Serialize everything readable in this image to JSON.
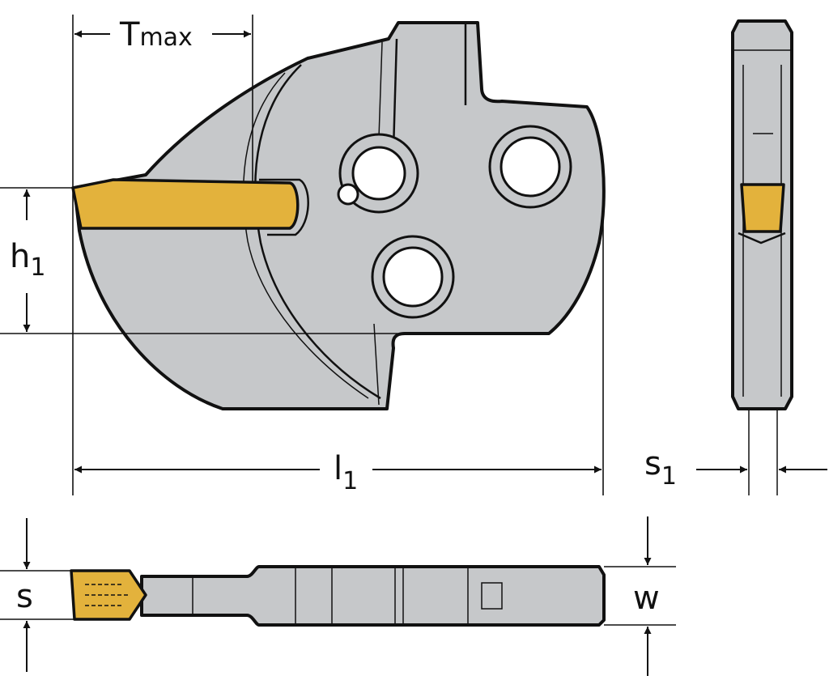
{
  "labels": {
    "tmax": {
      "main": "T",
      "sub": "max"
    },
    "h1": {
      "main": "h",
      "sub": "1"
    },
    "l1": {
      "main": "l",
      "sub": "1"
    },
    "s1": {
      "main": "s",
      "sub": "1"
    },
    "s": "s",
    "w": "w"
  },
  "colors": {
    "body": "#c6c8ca",
    "insert": "#e3b23c",
    "outline": "#111111",
    "background": "#ffffff"
  }
}
